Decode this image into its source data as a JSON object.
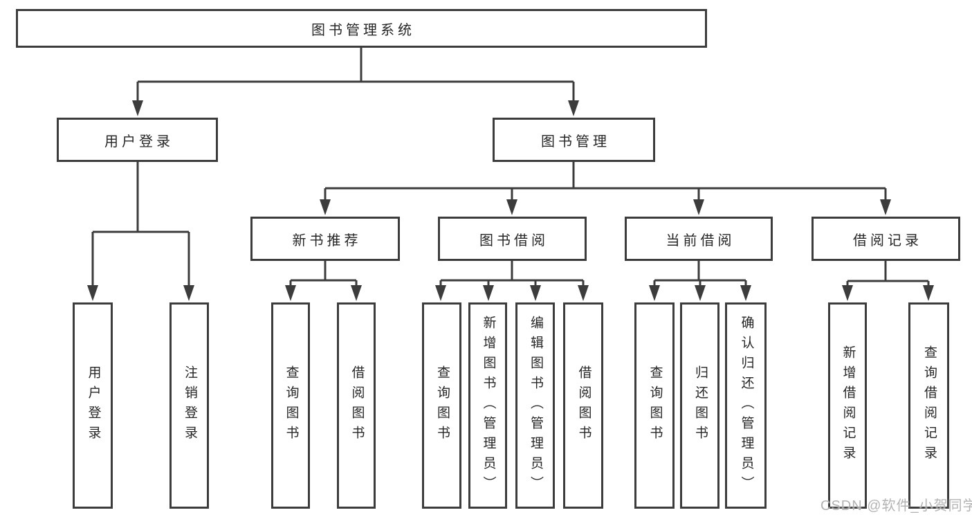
{
  "diagram": {
    "type": "hierarchy-tree",
    "orientation": "top-down"
  },
  "tree": {
    "root": {
      "label": "图书管理系统"
    },
    "branches": [
      {
        "label": "用户登录",
        "children": [
          {
            "label": "用户登录"
          },
          {
            "label": "注销登录"
          }
        ]
      },
      {
        "label": "图书管理",
        "children": [
          {
            "label": "新书推荐",
            "children": [
              {
                "label": "查询图书"
              },
              {
                "label": "借阅图书"
              }
            ]
          },
          {
            "label": "图书借阅",
            "children": [
              {
                "label": "查询图书"
              },
              {
                "label": "新增图书（管理员）"
              },
              {
                "label": "编辑图书（管理员）"
              },
              {
                "label": "借阅图书"
              }
            ]
          },
          {
            "label": "当前借阅",
            "children": [
              {
                "label": "查询图书"
              },
              {
                "label": "归还图书"
              },
              {
                "label": "确认归还（管理员）"
              }
            ]
          },
          {
            "label": "借阅记录",
            "children": [
              {
                "label": "新增借阅记录"
              },
              {
                "label": "查询借阅记录"
              }
            ]
          }
        ]
      }
    ]
  },
  "watermark": {
    "text": "CSDN @软件_小贺同学"
  },
  "colors": {
    "line": "#3c3c3c",
    "box_border": "#3c3c3c",
    "text": "#262626",
    "background": "#ffffff",
    "watermark": "#a8a8a8"
  }
}
